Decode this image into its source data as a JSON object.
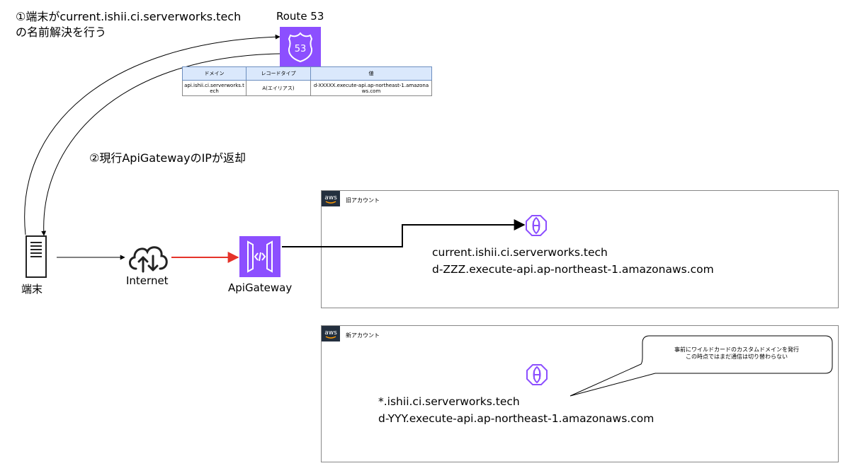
{
  "steps": {
    "step1_line1": "①端末がcurrent.ishii.ci.serverworks.tech",
    "step1_line2": "の名前解決を行う",
    "step2": "②現行ApiGatewayのIPが返却"
  },
  "route53": {
    "title": "Route 53",
    "icon_text": "53",
    "table": {
      "headers": [
        "ドメイン",
        "レコードタイプ",
        "値"
      ],
      "row": [
        "api.ishii.ci.serverworks.tech",
        "A(エイリアス)",
        "d-XXXXX.execute-api.ap-northeast-1.amazonaws.com"
      ]
    }
  },
  "nodes": {
    "terminal": "端末",
    "internet": "Internet",
    "apigateway": "ApiGateway"
  },
  "accounts": {
    "old": {
      "label": "旧アカウント",
      "domain": "current.ishii.ci.serverworks.tech",
      "target": "d-ZZZ.execute-api.ap-northeast-1.amazonaws.com"
    },
    "new": {
      "label": "新アカウント",
      "domain": "*.ishii.ci.serverworks.tech",
      "target": "d-YYY.execute-api.ap-northeast-1.amazonaws.com"
    }
  },
  "note": {
    "line1": "事前にワイルドカードのカスタムドメインを発行",
    "line2": "この時点ではまだ通信は切り替わらない"
  },
  "aws_logo_text": "aws",
  "colors": {
    "aws_purple": "#8c4fff",
    "arrow_red": "#e5332a",
    "table_header": "#dae8fc"
  }
}
